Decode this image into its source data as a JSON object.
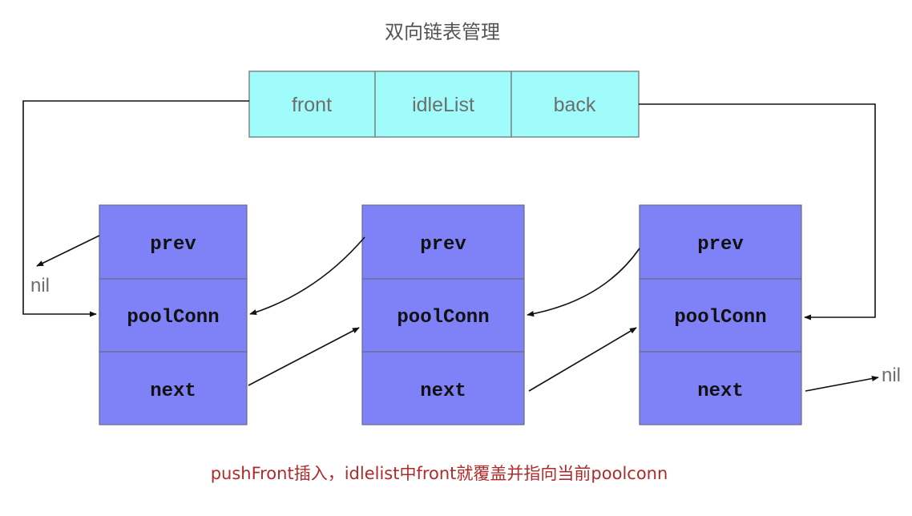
{
  "title": "双向链表管理",
  "header": {
    "cells": [
      "front",
      "idleList",
      "back"
    ]
  },
  "nodes": [
    {
      "prev": "prev",
      "conn": "poolConn",
      "next": "next"
    },
    {
      "prev": "prev",
      "conn": "poolConn",
      "next": "next"
    },
    {
      "prev": "prev",
      "conn": "poolConn",
      "next": "next"
    }
  ],
  "nil_left": "nil",
  "nil_right": "nil",
  "caption": "pushFront插入，idlelist中front就覆盖并指向当前poolconn",
  "colors": {
    "header_fill": "#a0fbfb",
    "node_fill": "#7f81f7",
    "caption": "#b02a2a"
  }
}
